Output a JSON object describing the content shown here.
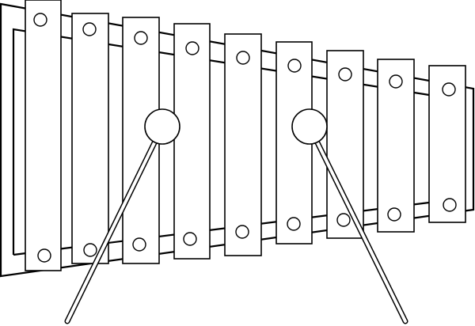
{
  "image": {
    "subject": "xylophone",
    "bar_count": 9,
    "mallet_count": 2,
    "colors": {
      "stroke": "#000000",
      "fill": "#ffffff",
      "background": "#ffffff"
    }
  }
}
